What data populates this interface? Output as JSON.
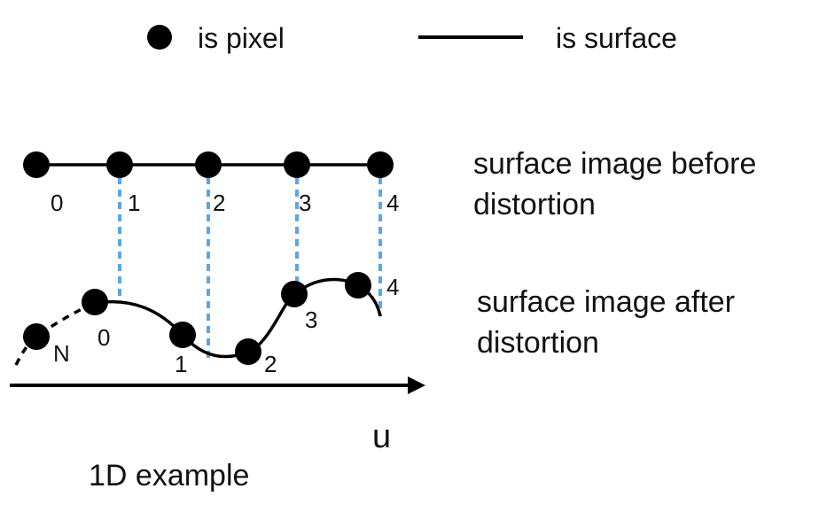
{
  "legend": {
    "pixel_label": "is pixel",
    "surface_label": "is surface"
  },
  "descriptions": {
    "before_line1": "surface image before",
    "before_line2": "distortion",
    "after_line1": "surface image after",
    "after_line2": "distortion"
  },
  "top_row": {
    "labels": [
      "0",
      "1",
      "2",
      "3",
      "4"
    ]
  },
  "bottom_row": {
    "labels": [
      "N",
      "0",
      "1",
      "2",
      "3",
      "4"
    ]
  },
  "axis": {
    "label": "u"
  },
  "caption": "1D example",
  "colors": {
    "dots": "#000000",
    "surface": "#000000",
    "projection": "#5aa6ea"
  }
}
